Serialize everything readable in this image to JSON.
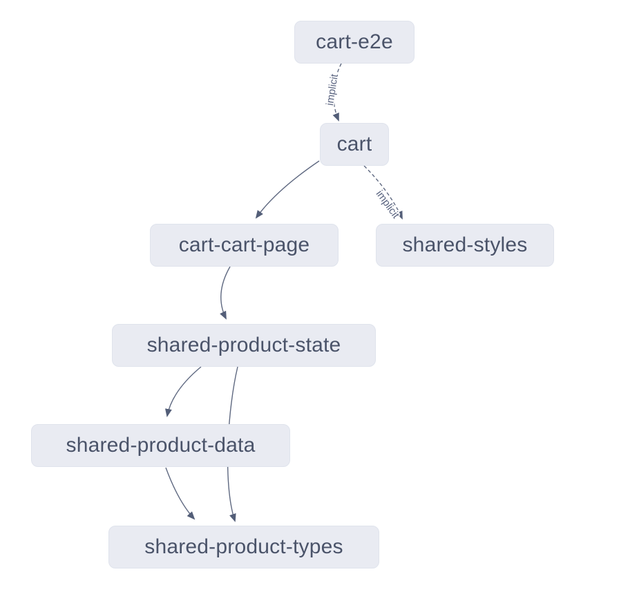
{
  "diagram": {
    "type": "dependency-graph",
    "background_color": "#ffffff",
    "node_fill_color": "#e9ebf2",
    "node_border_color": "#dfe3ec",
    "node_text_color": "#4a5369",
    "edge_color": "#5e6880",
    "arrowhead_color": "#535e78",
    "edge_label_color": "#5a6480",
    "nodes": [
      {
        "label": "cart-e2e"
      },
      {
        "label": "cart"
      },
      {
        "label": "cart-cart-page"
      },
      {
        "label": "shared-styles"
      },
      {
        "label": "shared-product-state"
      },
      {
        "label": "shared-product-data"
      },
      {
        "label": "shared-product-types"
      }
    ],
    "edges": [
      {
        "from": "cart-e2e",
        "to": "cart",
        "style": "dashed",
        "label": "implicit"
      },
      {
        "from": "cart",
        "to": "cart-cart-page",
        "style": "solid",
        "label": ""
      },
      {
        "from": "cart",
        "to": "shared-styles",
        "style": "dashed",
        "label": "implicit"
      },
      {
        "from": "cart-cart-page",
        "to": "shared-product-state",
        "style": "solid",
        "label": ""
      },
      {
        "from": "shared-product-state",
        "to": "shared-product-data",
        "style": "solid",
        "label": ""
      },
      {
        "from": "shared-product-state",
        "to": "shared-product-types",
        "style": "solid",
        "label": ""
      },
      {
        "from": "shared-product-data",
        "to": "shared-product-types",
        "style": "solid",
        "label": ""
      }
    ]
  }
}
